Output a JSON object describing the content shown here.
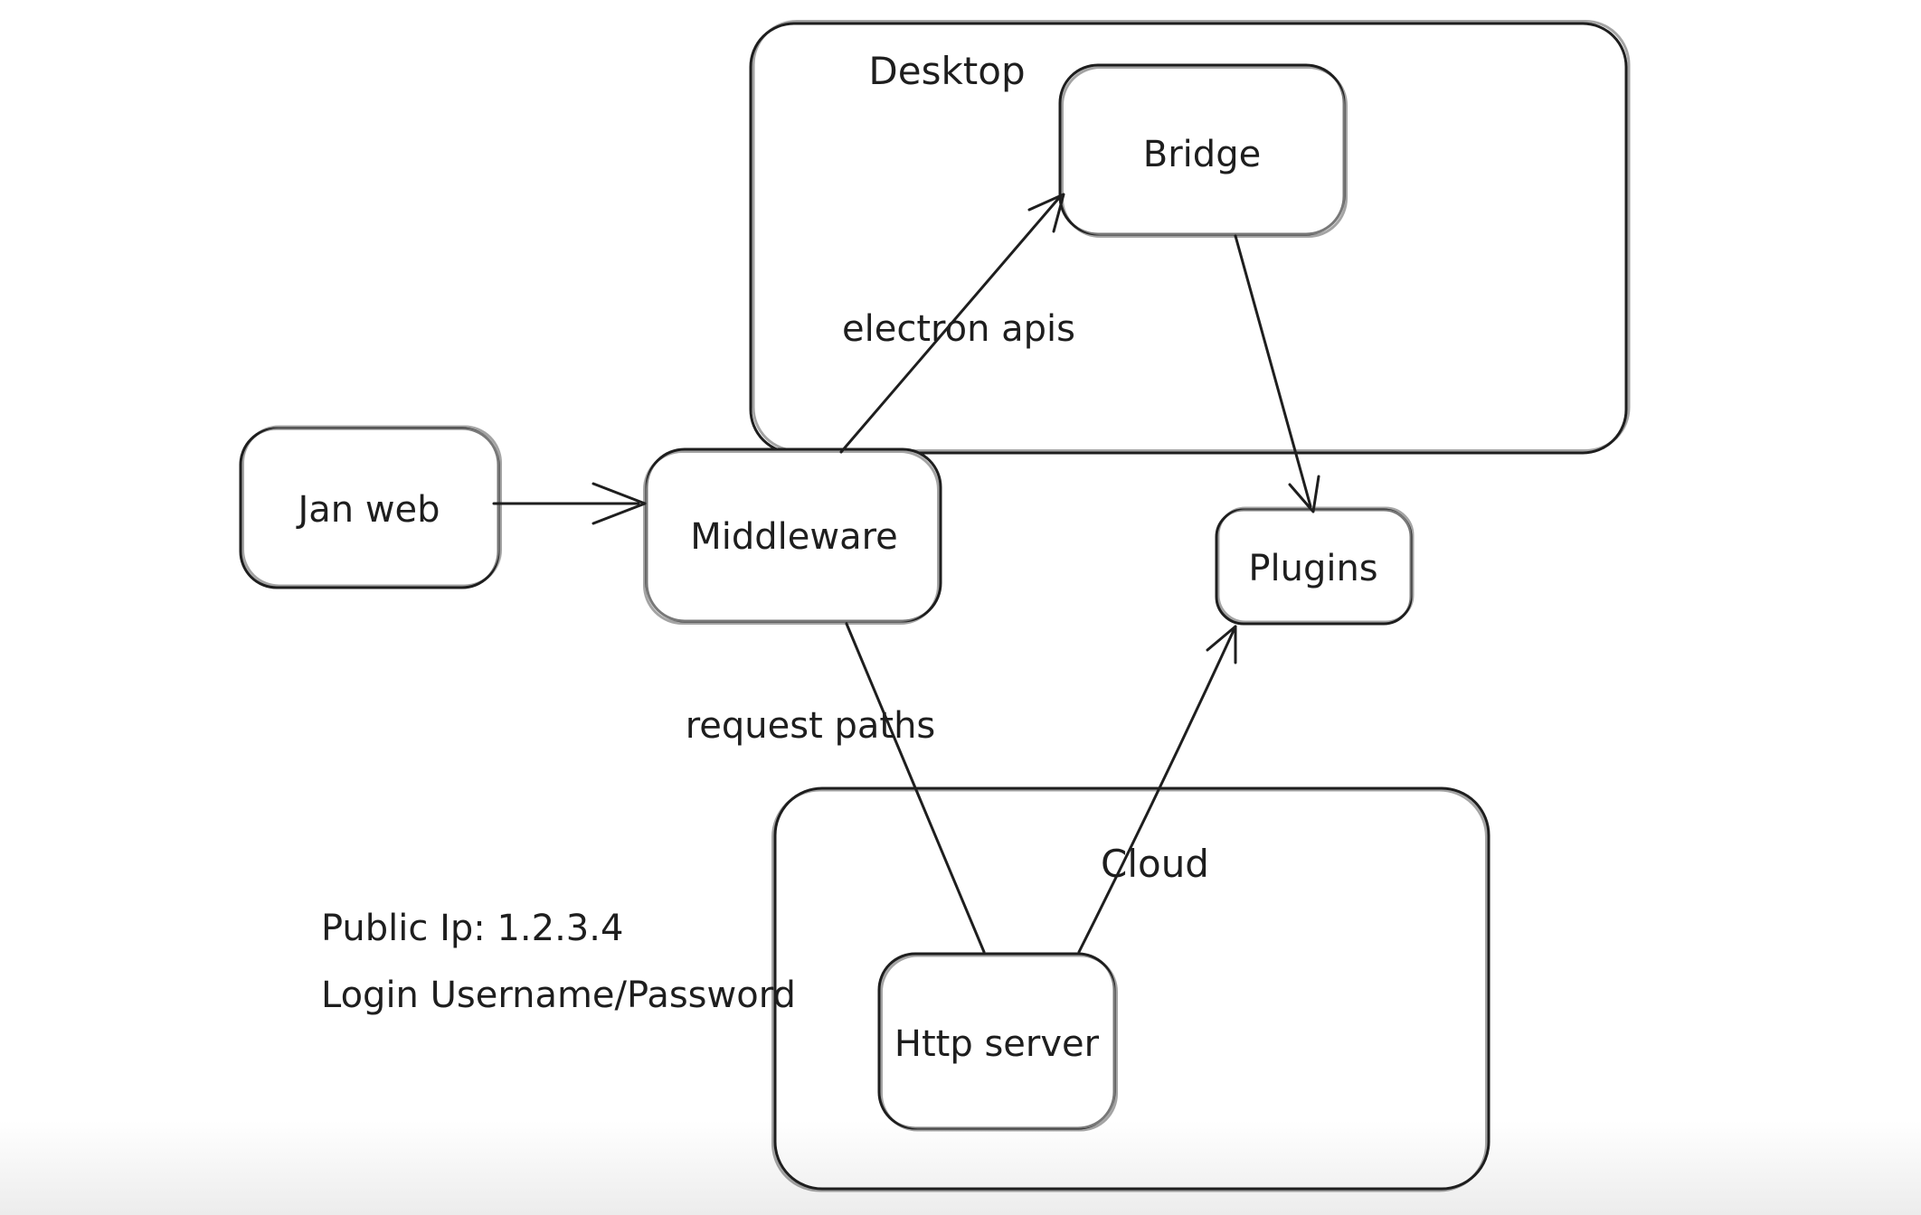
{
  "colors": {
    "ink": "#1e1e1e",
    "background": "#ffffff",
    "bottom_fade": "#ececec"
  },
  "containers": {
    "desktop": {
      "label": "Desktop"
    },
    "cloud": {
      "label": "Cloud"
    }
  },
  "nodes": {
    "jan_web": {
      "label": "Jan web"
    },
    "middleware": {
      "label": "Middleware"
    },
    "bridge": {
      "label": "Bridge"
    },
    "plugins": {
      "label": "Plugins"
    },
    "http_server": {
      "label": "Http server"
    }
  },
  "edges": [
    {
      "from": "jan_web",
      "to": "middleware",
      "label": "",
      "arrowhead": true
    },
    {
      "from": "middleware",
      "to": "bridge",
      "label": "electron apis",
      "arrowhead": true
    },
    {
      "from": "bridge",
      "to": "plugins",
      "label": "",
      "arrowhead": true
    },
    {
      "from": "middleware",
      "to": "http_server",
      "label": "request paths",
      "arrowhead": false
    },
    {
      "from": "http_server",
      "to": "plugins",
      "label": "",
      "arrowhead": true
    }
  ],
  "annotations": {
    "public_ip": "Public Ip: 1.2.3.4",
    "login_hint": "Login Username/Password"
  }
}
